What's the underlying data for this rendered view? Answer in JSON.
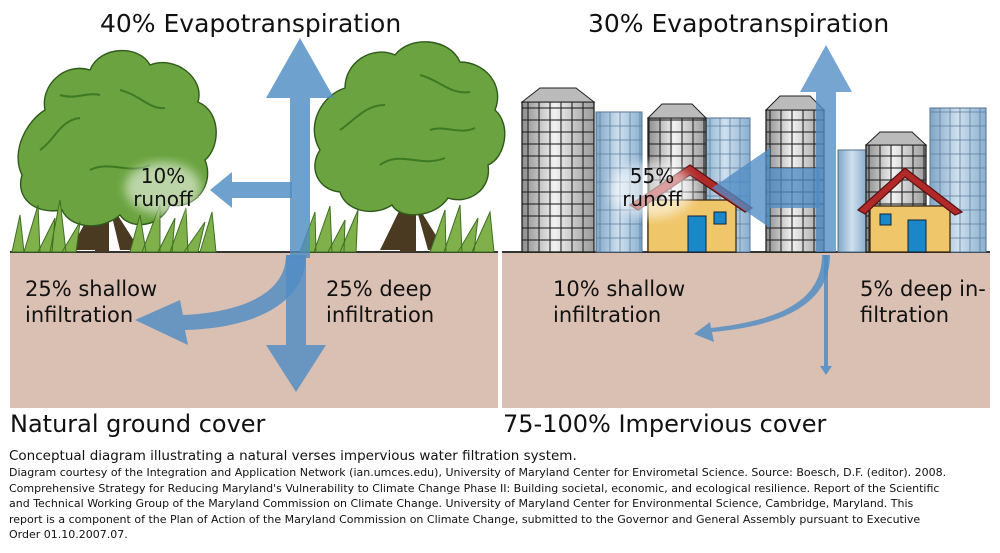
{
  "natural": {
    "evapotranspiration": "40% Evapotranspiration",
    "runoff_percent": "10%",
    "runoff_word": "runoff",
    "shallow_line1": "25% shallow",
    "shallow_line2": "infiltration",
    "deep_line1": "25% deep",
    "deep_line2": "infiltration",
    "cover_label": "Natural ground cover"
  },
  "impervious": {
    "evapotranspiration": "30% Evapotranspiration",
    "runoff_percent": "55%",
    "runoff_word": "runoff",
    "shallow_line1": "10% shallow",
    "shallow_line2": "infiltration",
    "deep_line1": "5% deep in-",
    "deep_line2": "filtration",
    "cover_label": "75-100% Impervious cover"
  },
  "caption": {
    "title": "Conceptual diagram illustrating a natural verses impervious water filtration system.",
    "credit_lines": [
      "Diagram courtesy of the Integration and Application Network (ian.umces.edu), University of Maryland Center for Envirometal Science. Source: Boesch, D.F. (editor). 2008.",
      "Comprehensive Strategy for Reducing Maryland's Vulnerability to Climate Change Phase II: Building societal, economic, and ecological resilience. Report of the Scientific",
      "and Technical Working Group of the Maryland Commission on Climate Change. University of Maryland Center for Environmental Science, Cambridge, Maryland. This",
      "report is a component of the Plan of Action of the Maryland Commission on Climate Change, submitted to the Governor and General Assembly pursuant to Executive",
      "Order 01.10.2007.07."
    ]
  },
  "colors": {
    "soil": "#d9c0b3",
    "arrow": "#4f8cc4",
    "tree": "#5f9b3a",
    "roof": "#b02a2a",
    "house": "#f0c66a"
  }
}
